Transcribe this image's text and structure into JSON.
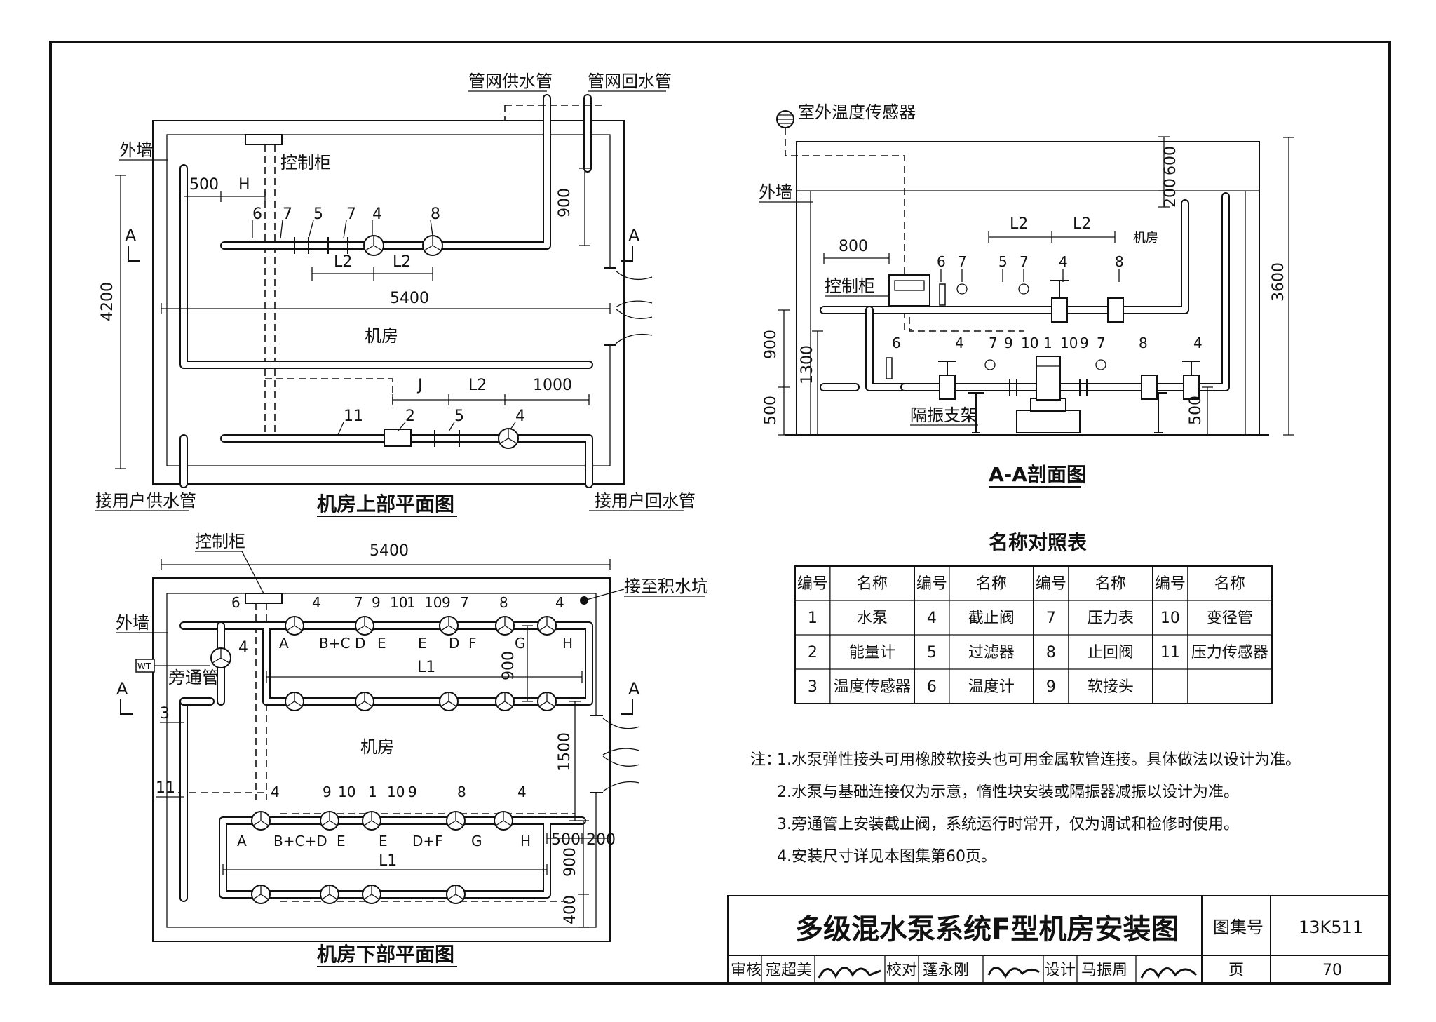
{
  "upper_plan": {
    "title": "机房上部平面图",
    "labels": {
      "outer_wall": "外墙",
      "control_cabinet": "控制柜",
      "room": "机房",
      "net_supply": "管网供水管",
      "net_return": "管网回水管",
      "user_supply": "接用户供水管",
      "user_return": "接用户回水管",
      "section_a": "A"
    },
    "dims": {
      "d500": "500",
      "dH": "H",
      "dL2a": "L2",
      "dL2b": "L2",
      "d5400": "5400",
      "d4200": "4200",
      "d900": "900",
      "dJ": "J",
      "dL2c": "L2",
      "d1000": "1000"
    },
    "tags": {
      "t6": "6",
      "t7a": "7",
      "t5": "5",
      "t7b": "7",
      "t4": "4",
      "t8": "8",
      "t11": "11",
      "t2": "2",
      "t5b": "5",
      "t4b": "4"
    }
  },
  "lower_plan": {
    "title": "机房下部平面图",
    "labels": {
      "control_cabinet": "控制柜",
      "outer_wall": "外墙",
      "drain": "接至积水坑",
      "bypass": "旁通管",
      "room": "机房",
      "wt": "WT",
      "section_a": "A"
    },
    "dims": {
      "d5400": "5400",
      "d900": "900",
      "d1500": "1500",
      "d500": "500",
      "d200": "200",
      "d900b": "900",
      "d400": "400",
      "L1a": "L1",
      "L1b": "L1"
    },
    "top_tags": [
      "6",
      "4",
      "7",
      "9",
      "10",
      "1",
      "10",
      "9",
      "7",
      "8",
      "4"
    ],
    "top_segments": [
      "A",
      "B+C",
      "D",
      "E",
      "E",
      "D",
      "F",
      "G",
      "H"
    ],
    "bottom_tags": [
      "4",
      "9",
      "10",
      "1",
      "10",
      "9",
      "8",
      "4"
    ],
    "bottom_segments": [
      "A",
      "B+C+D",
      "E",
      "E",
      "D+F",
      "G",
      "H"
    ],
    "side_tags": {
      "t4": "4",
      "t3": "3",
      "t11": "11"
    }
  },
  "section": {
    "title": "A-A剖面图",
    "labels": {
      "outdoor_sensor": "室外温度传感器",
      "outer_wall": "外墙",
      "room": "机房",
      "control_cabinet": "控制柜",
      "isolation": "隔振支架"
    },
    "dims": {
      "d600": "600",
      "d200": "200",
      "d3600": "3600",
      "d800": "800",
      "L2a": "L2",
      "L2b": "L2",
      "d900": "900",
      "d1300": "1300",
      "d500": "500",
      "d500b": "500"
    },
    "upper_tags": [
      "6",
      "7",
      "5",
      "7",
      "4",
      "8"
    ],
    "lower_tags": [
      "6",
      "4",
      "7",
      "9",
      "10",
      "1",
      "10",
      "9",
      "7",
      "8",
      "4"
    ]
  },
  "legend": {
    "title": "名称对照表",
    "headers": [
      "编号",
      "名称",
      "编号",
      "名称",
      "编号",
      "名称",
      "编号",
      "名称"
    ],
    "rows": [
      [
        "1",
        "水泵",
        "4",
        "截止阀",
        "7",
        "压力表",
        "10",
        "变径管"
      ],
      [
        "2",
        "能量计",
        "5",
        "过滤器",
        "8",
        "止回阀",
        "11",
        "压力传感器"
      ],
      [
        "3",
        "温度传感器",
        "6",
        "温度计",
        "9",
        "软接头",
        "",
        ""
      ]
    ]
  },
  "notes": {
    "prefix": "注：",
    "items": [
      "1.水泵弹性接头可用橡胶软接头也可用金属软管连接。具体做法以设计为准。",
      "2.水泵与基础连接仅为示意，惰性块安装或隔振器减振以设计为准。",
      "3.旁通管上安装截止阀，系统运行时常开，仅为调试和检修时使用。",
      "4.安装尺寸详见本图集第60页。"
    ]
  },
  "title_block": {
    "drawing_title": "多级混水泵系统F型机房安装图",
    "atlas_label": "图集号",
    "atlas_no": "13K511",
    "review_label": "审核",
    "reviewer": "寇超美",
    "check_label": "校对",
    "checker": "蓬永刚",
    "design_label": "设计",
    "designer": "马振周",
    "page_label": "页",
    "page_no": "70"
  }
}
